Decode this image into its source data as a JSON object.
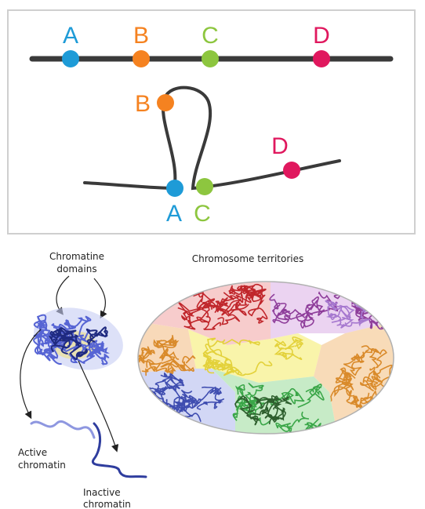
{
  "colors": {
    "A": "#1e9bd7",
    "B": "#f58220",
    "C": "#8dc63f",
    "D": "#e0185e",
    "line": "#3a3a3a"
  },
  "linear_points": [
    {
      "label": "A",
      "color_key": "A"
    },
    {
      "label": "B",
      "color_key": "B"
    },
    {
      "label": "C",
      "color_key": "C"
    },
    {
      "label": "D",
      "color_key": "D"
    }
  ],
  "looped_points": [
    {
      "label": "B",
      "color_key": "B"
    },
    {
      "label": "A",
      "color_key": "A"
    },
    {
      "label": "C",
      "color_key": "C"
    },
    {
      "label": "D",
      "color_key": "D"
    }
  ],
  "bottom": {
    "domains_label_1": "Chromatine",
    "domains_label_2": "domains",
    "territories_label": "Chromosome territories",
    "active_label_1": "Active",
    "active_label_2": "chromatin",
    "inactive_label_1": "Inactive",
    "inactive_label_2": "chromatin"
  },
  "territory_colors": [
    "#c0262b",
    "#8e3d9a",
    "#d98a2a",
    "#3f4db0",
    "#e3d13a",
    "#3aa648",
    "#2e5f2e",
    "#a678cf"
  ]
}
